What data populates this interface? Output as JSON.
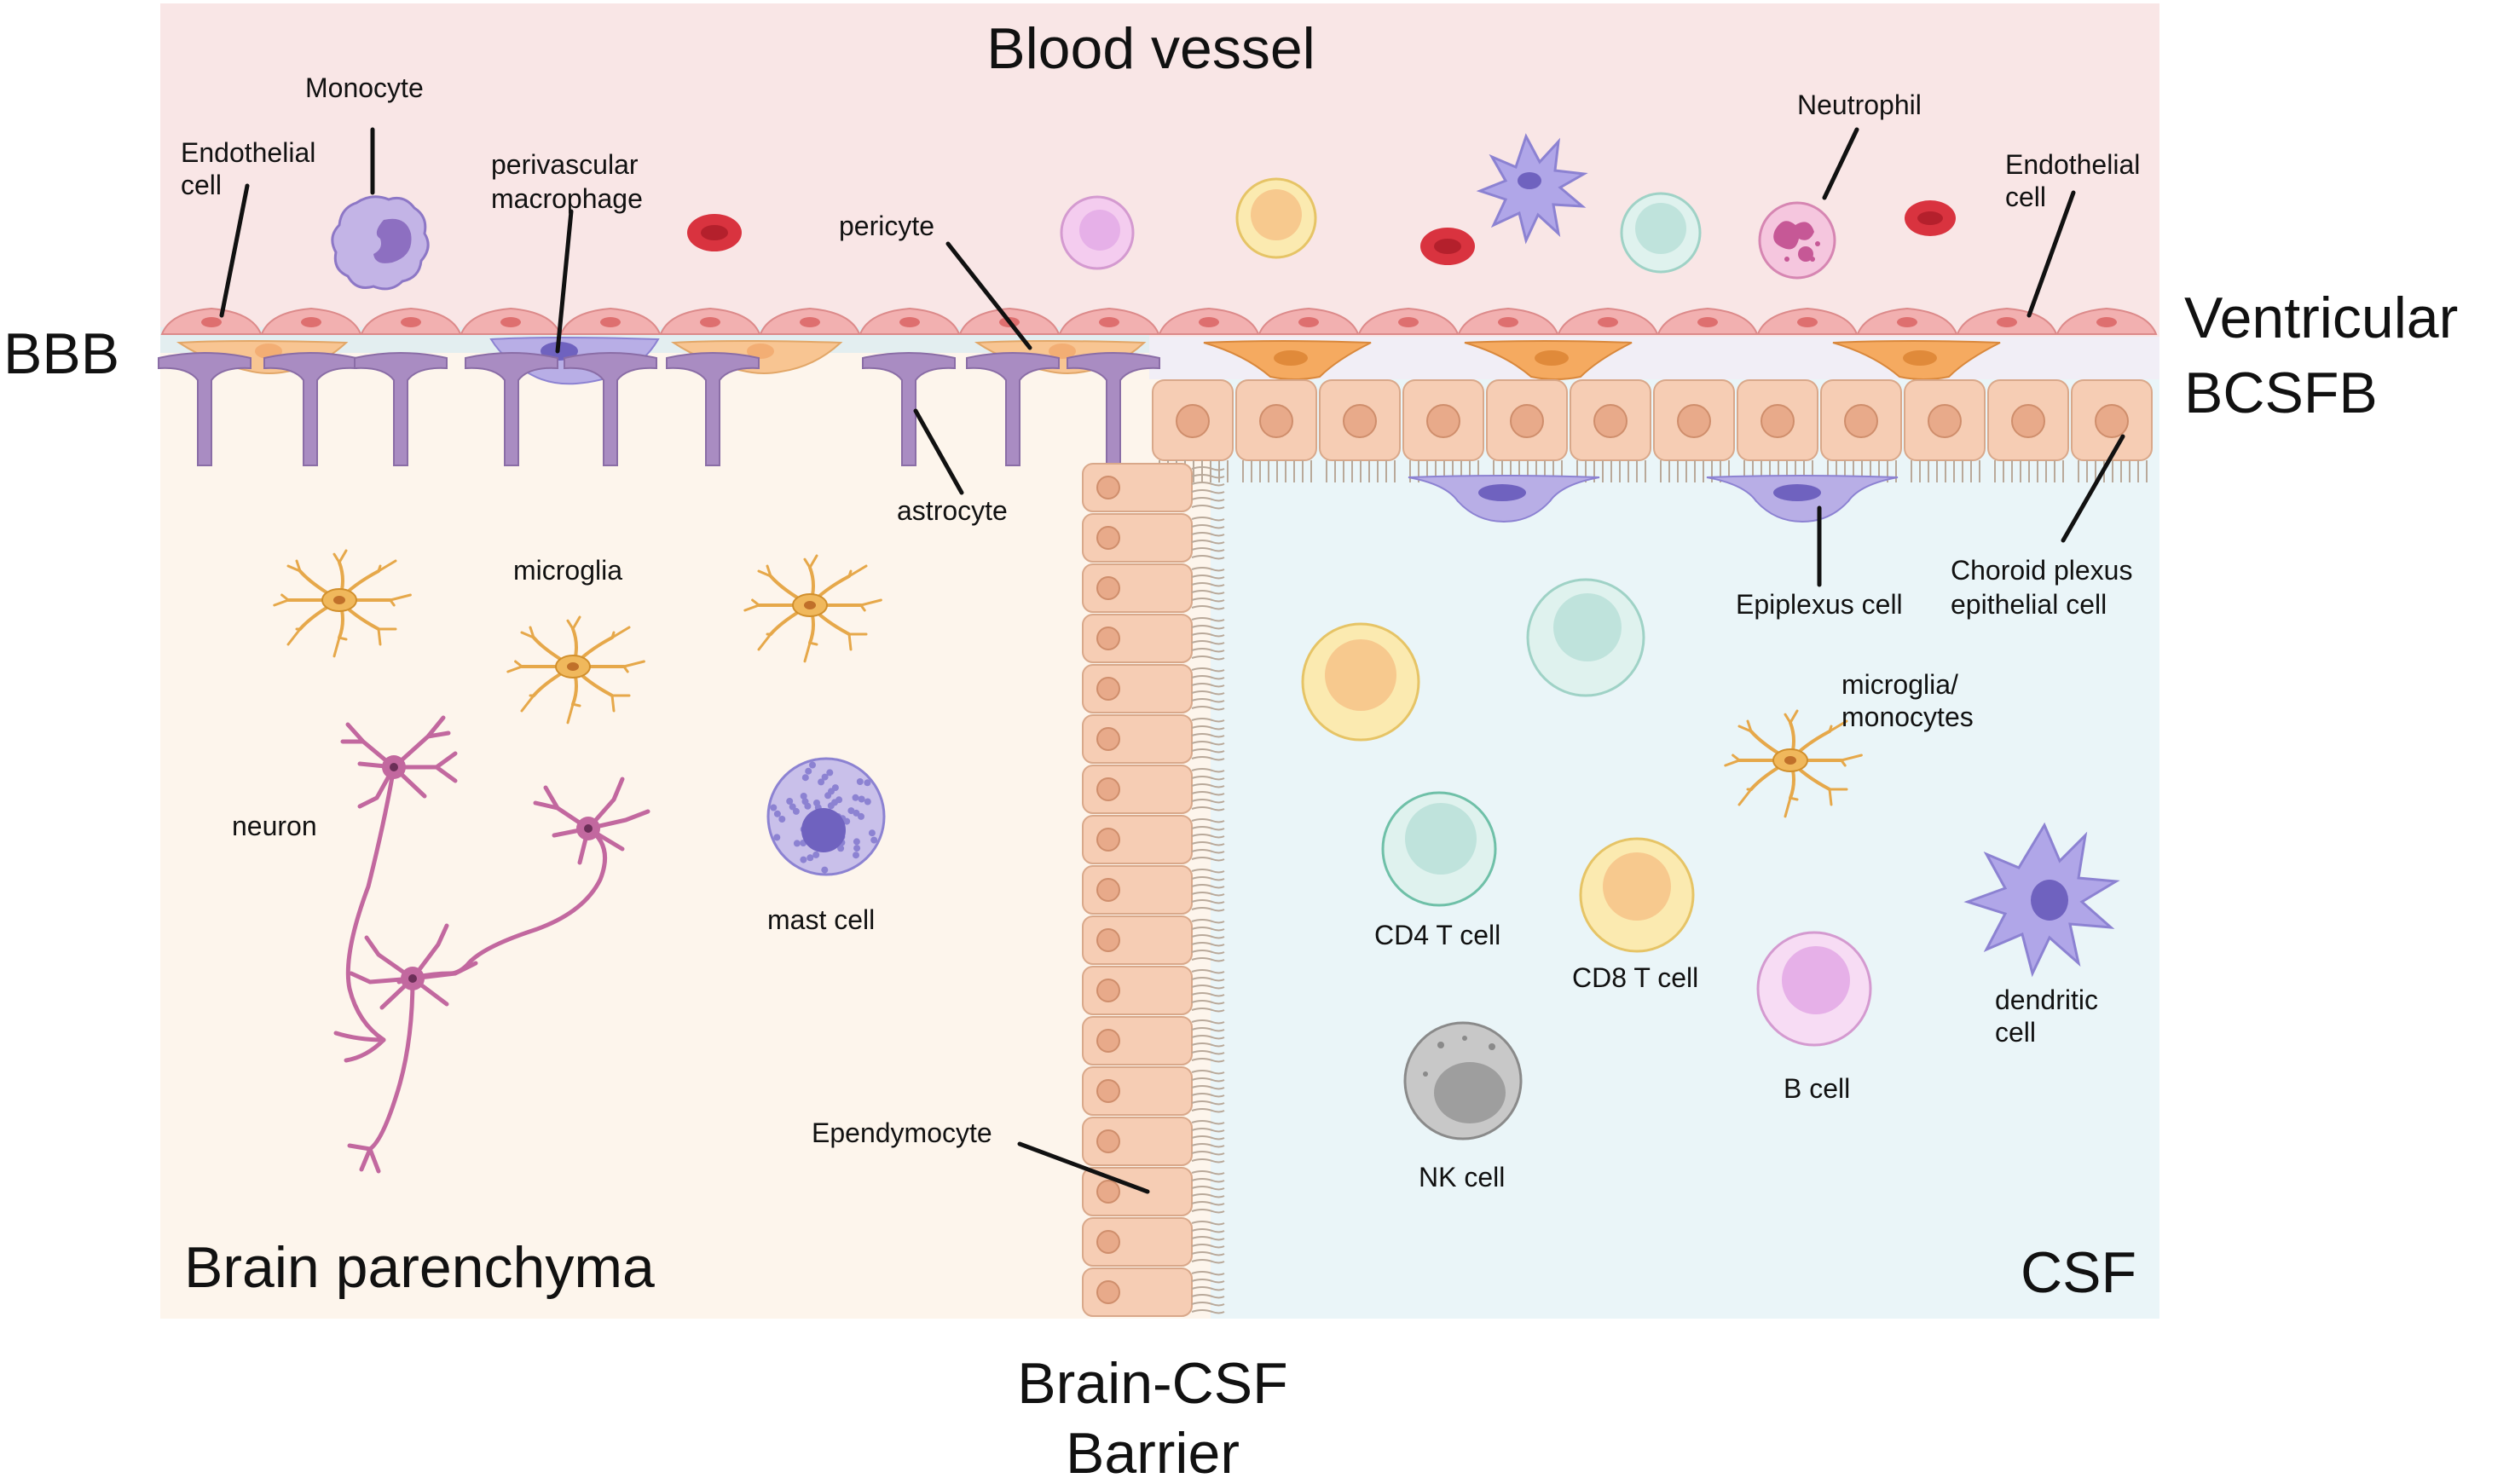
{
  "regions": {
    "blood_vessel": "Blood vessel",
    "bbb": "BBB",
    "ventricular_bcsfb_line1": "Ventricular",
    "ventricular_bcsfb_line2": "BCSFB",
    "brain_parenchyma": "Brain parenchyma",
    "csf": "CSF",
    "brain_csf_barrier_line1": "Brain-CSF",
    "brain_csf_barrier_line2": "Barrier"
  },
  "labels": {
    "monocyte": "Monocyte",
    "endothelial_left_line1": "Endothelial",
    "endothelial_left_line2": "cell",
    "perivascular_line1": "perivascular",
    "perivascular_line2": "macrophage",
    "pericyte": "pericyte",
    "neutrophil": "Neutrophil",
    "endothelial_right_line1": "Endothelial",
    "endothelial_right_line2": "cell",
    "astrocyte": "astrocyte",
    "microglia": "microglia",
    "neuron": "neuron",
    "mast_cell": "mast cell",
    "epiplexus_cell": "Epiplexus cell",
    "choroid_line1": "Choroid plexus",
    "choroid_line2": "epithelial cell",
    "microglia_monocytes_line1": "microglia/",
    "microglia_monocytes_line2": "monocytes",
    "cd4": "CD4 T cell",
    "cd8": "CD8 T cell",
    "b_cell": "B cell",
    "dendritic_line1": "dendritic",
    "dendritic_line2": "cell",
    "nk_cell": "NK cell",
    "ependymocyte": "Ependymocyte"
  },
  "colors": {
    "blood_bg": "#f9e6e6",
    "parenchyma_bg": "#fdf5ec",
    "csf_bg": "#eaf5f8",
    "endothelial": "#f0a6a6",
    "pericyte": "#f8c592",
    "astrocyte": "#9b7fb5",
    "epithelial": "#f6cdb4",
    "rbc": "#d9333f",
    "microglia": "#e6a84a",
    "neuron": "#c2689f",
    "cd4": "#bfe3dc",
    "cd8": "#fbe6a6",
    "b_cell": "#f4ccef",
    "nk": "#b8b8b8",
    "mast": "#a79bd6",
    "dendritic": "#a79fe0"
  }
}
